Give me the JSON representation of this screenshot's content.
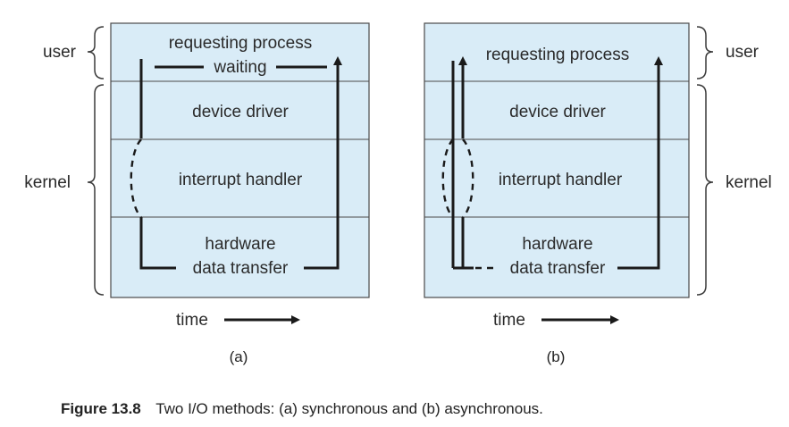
{
  "figure": {
    "caption_label": "Figure 13.8",
    "caption_text": "Two I/O methods: (a) synchronous and (b) asynchronous."
  },
  "panels": [
    {
      "id": "a",
      "sublabel": "(a)",
      "layers": [
        "requesting process",
        "device driver",
        "interrupt handler",
        "hardware",
        "data transfer"
      ],
      "waiting_label": "waiting",
      "time_label": "time",
      "side_labels": {
        "user": "user",
        "kernel": "kernel"
      }
    },
    {
      "id": "b",
      "sublabel": "(b)",
      "layers": [
        "requesting process",
        "device driver",
        "interrupt handler",
        "hardware",
        "data transfer"
      ],
      "time_label": "time",
      "side_labels": {
        "user": "user",
        "kernel": "kernel"
      }
    }
  ]
}
